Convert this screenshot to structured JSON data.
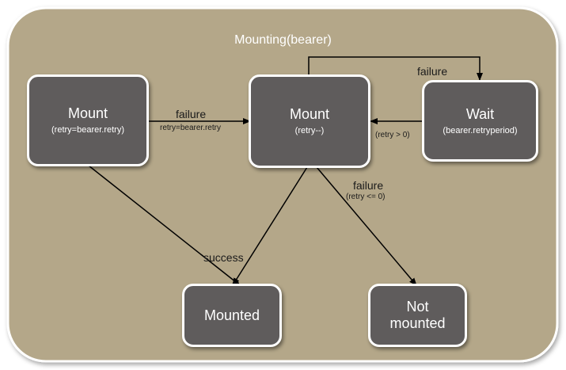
{
  "diagram": {
    "container_title": "Mounting(bearer)",
    "nodes": {
      "mount_initial": {
        "title": "Mount",
        "subtitle": "(retry=bearer.retry)"
      },
      "mount_retry": {
        "title": "Mount",
        "subtitle": "(retry--)"
      },
      "wait": {
        "title": "Wait",
        "subtitle": "(bearer.retryperiod)"
      },
      "mounted": {
        "title": "Mounted"
      },
      "not_mounted": {
        "title": "Not mounted"
      }
    },
    "edges": {
      "initial_to_retry": {
        "label": "failure",
        "sublabel": "retry=bearer.retry"
      },
      "retry_to_wait": {
        "label": "failure"
      },
      "wait_to_retry": {
        "label": "(retry > 0)"
      },
      "retry_to_not_mounted": {
        "label": "failure",
        "sublabel": "(retry <= 0)"
      },
      "to_mounted": {
        "label": "success"
      }
    },
    "colors": {
      "container_fill": "#b4a789",
      "node_fill": "#5f5c5c",
      "node_border": "#ffffff",
      "edge": "#000000"
    }
  }
}
